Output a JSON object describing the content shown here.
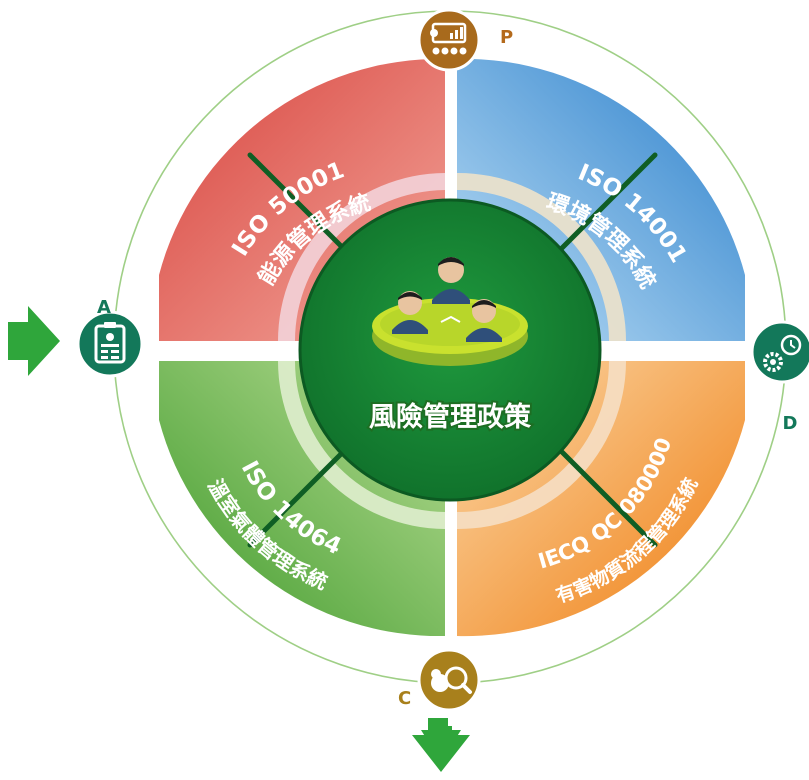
{
  "center": {
    "title": "風險管理政策",
    "icon": "meeting-people-icon"
  },
  "segments": [
    {
      "id": "energy",
      "line1": "ISO 50001",
      "line2": "能源管理系統",
      "color": "#e05a52"
    },
    {
      "id": "environment",
      "line1": "ISO 14001",
      "line2": "環境管理系統",
      "color": "#3d94d6"
    },
    {
      "id": "hazardous",
      "line1": "IECQ QC 080000",
      "line2": "有害物質流程管理系統",
      "color": "#f28a1e"
    },
    {
      "id": "ghg",
      "line1": "ISO 14064",
      "line2": "溫室氣體管理系統",
      "color": "#5aab3c"
    }
  ],
  "cycle": {
    "P": {
      "letter": "P",
      "icon": "presentation-icon",
      "color": "#a86a1c"
    },
    "D": {
      "letter": "D",
      "icon": "gear-clock-icon",
      "color": "#13785a"
    },
    "C": {
      "letter": "C",
      "icon": "search-person-icon",
      "color": "#a8801c"
    },
    "A": {
      "letter": "A",
      "icon": "id-card-icon",
      "color": "#13785a"
    }
  },
  "arrows": {
    "left": "arrow-right-icon",
    "bottom": "arrow-down-icon"
  }
}
